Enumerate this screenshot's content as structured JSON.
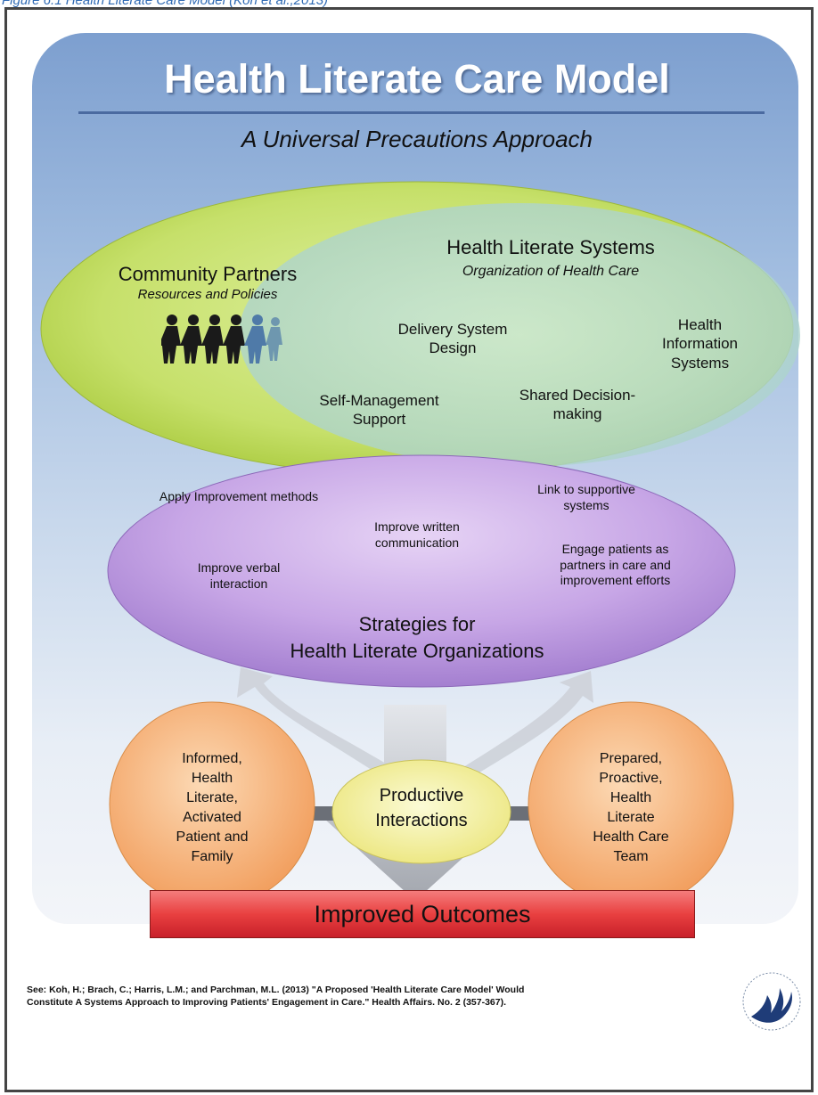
{
  "caption": "Figure 6.1 Health Literate Care Model (Koh et al.,2013)",
  "header": {
    "title": "Health Literate Care Model",
    "subtitle": "A Universal Precautions Approach"
  },
  "green_ellipse": {
    "community_title": "Community Partners",
    "community_sub": "Resources and Policies",
    "systems_title": "Health Literate Systems",
    "systems_sub": "Organization of Health Care",
    "items": [
      "Delivery System Design",
      "Health Information Systems",
      "Self-Management Support",
      "Shared Decision-making"
    ]
  },
  "purple_ellipse": {
    "items": [
      "Apply Improvement methods",
      "Improve written communication",
      "Link to supportive systems",
      "Improve verbal interaction",
      "Engage patients as partners in care and improvement efforts"
    ],
    "title_line1": "Strategies for",
    "title_line2": "Health Literate Organizations"
  },
  "circles": {
    "left": [
      "Informed,",
      "Health",
      "Literate,",
      "Activated",
      "Patient and",
      "Family"
    ],
    "center": [
      "Productive",
      "Interactions"
    ],
    "right": [
      "Prepared,",
      "Proactive,",
      "Health",
      "Literate",
      "Health Care",
      "Team"
    ]
  },
  "outcome": "Improved Outcomes",
  "citation": {
    "line1": "See: Koh, H.; Brach, C.; Harris, L.M.; and Parchman, M.L. (2013) \"A Proposed 'Health Literate Care Model' Would",
    "line2": "Constitute A Systems Approach to Improving Patients' Engagement in Care.\" Health Affairs. No. 2 (357-367)."
  },
  "icons": {
    "people": "people-chain-icon",
    "seal": "hhs-eagle-icon"
  },
  "colors": {
    "green": "#c3e06a",
    "purple": "#b991dc",
    "orange": "#f7b27c",
    "yellow": "#f3f0a0",
    "red": "#e94040"
  }
}
